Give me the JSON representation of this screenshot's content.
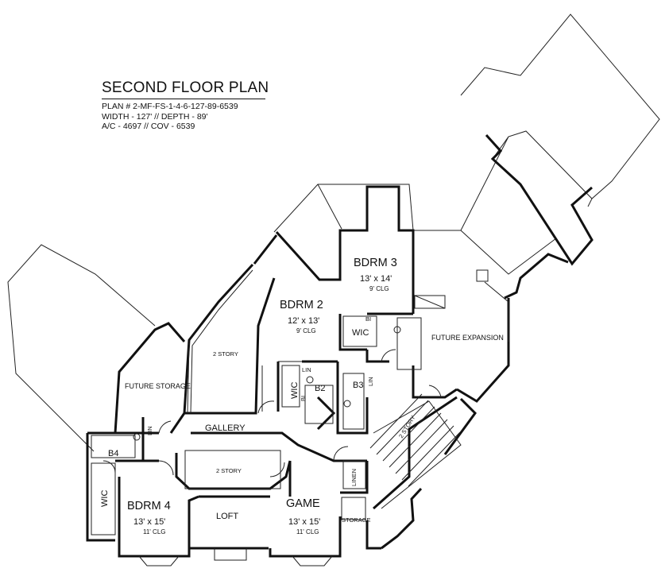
{
  "header": {
    "title": "SECOND FLOOR PLAN",
    "plan_number": "PLAN # 2-MF-FS-1-4-6-127-89-6539",
    "dimensions": "WIDTH - 127' // DEPTH - 89'",
    "area": "A/C - 4697 // COV - 6539"
  },
  "rooms": {
    "bdrm3": {
      "name": "BDRM 3",
      "size": "13' x 14'",
      "ceiling": "9' CLG"
    },
    "bdrm2": {
      "name": "BDRM 2",
      "size": "12' x 13'",
      "ceiling": "9' CLG"
    },
    "bdrm4": {
      "name": "BDRM 4",
      "size": "13' x 15'",
      "ceiling": "11' CLG"
    },
    "game": {
      "name": "GAME",
      "size": "13' x 15'",
      "ceiling": "11' CLG"
    },
    "loft": "LOFT",
    "gallery": "GALLERY",
    "future_storage": "FUTURE STORAGE",
    "future_expansion": "FUTURE EXPANSION",
    "two_story_left": "2 STORY",
    "two_story_center": "2 STORY",
    "two_story_stair": "2 STORY",
    "storage": "STORAGE",
    "linen": "LINEN",
    "wic_b3": "WIC",
    "wic_b2": "WIC",
    "wic_b4": "WIC",
    "b2": "B2",
    "b3": "B3",
    "b4": "B4",
    "lin_b2": "LIN",
    "lin_b3": "LIN",
    "lin_gallery": "LIN",
    "bi_b2": "BI",
    "bi_b3": "BI"
  }
}
